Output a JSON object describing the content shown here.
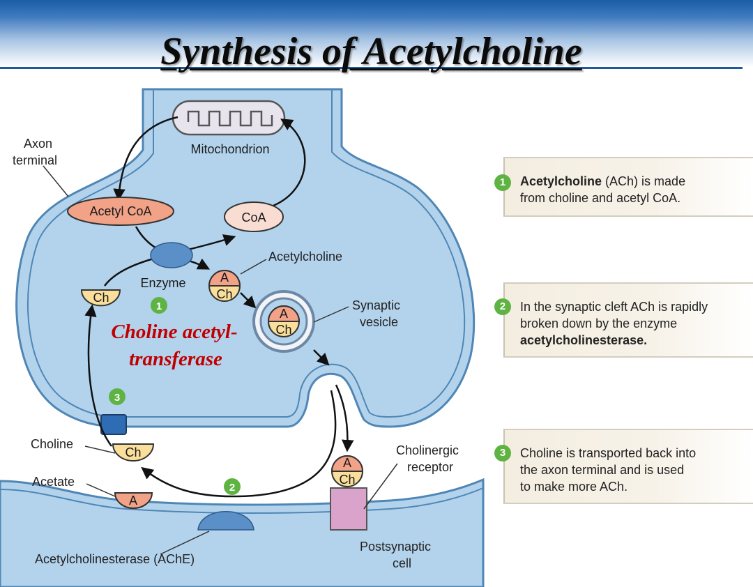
{
  "title": "Synthesis of Acetylcholine",
  "labels": {
    "axon_terminal_1": "Axon",
    "axon_terminal_2": "terminal",
    "mitochondrion": "Mitochondrion",
    "acetyl_coa": "Acetyl CoA",
    "coa": "CoA",
    "acetylcholine": "Acetylcholine",
    "enzyme": "Enzyme",
    "ch": "Ch",
    "a": "A",
    "synaptic_vesicle_1": "Synaptic",
    "synaptic_vesicle_2": "vesicle",
    "red_line1": "Choline acetyl-",
    "red_line2": "transferase",
    "choline": "Choline",
    "acetate": "Acetate",
    "cholinergic_receptor_1": "Cholinergic",
    "cholinergic_receptor_2": "receptor",
    "postsynaptic_1": "Postsynaptic",
    "postsynaptic_2": "cell",
    "ache": "Acetylcholinesterase (AChE)",
    "step1": "1",
    "step2": "2",
    "step3": "3"
  },
  "notes": [
    {
      "num": "1",
      "bold": "Acetylcholine",
      "line1_rest": " (ACh) is made",
      "line2": "from choline and acetyl CoA."
    },
    {
      "num": "2",
      "line1": "In the synaptic cleft ACh is rapidly",
      "line2": "broken down by the enzyme",
      "bold": "acetylcholinesterase."
    },
    {
      "num": "3",
      "line1": "Choline is transported back into",
      "line2": "the axon terminal and is used",
      "line3": "to make more ACh."
    }
  ],
  "colors": {
    "terminal_fill": "#b3d3ec",
    "terminal_stroke": "#4f86b5",
    "acetyl_coa": "#f1a287",
    "coa": "#f9ddd2",
    "enzyme": "#5b8fc7",
    "ch_fill": "#f9df9b",
    "a_fill": "#f1a287",
    "receptor": "#d9a3cb",
    "step_green": "#5fb342",
    "red_text": "#c00000"
  }
}
